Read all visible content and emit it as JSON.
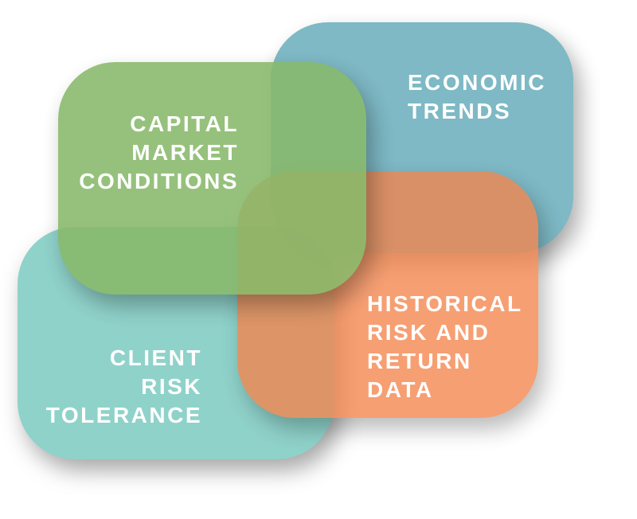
{
  "boxes": {
    "client_risk_tolerance": {
      "label": "CLIENT\nRISK\nTOLERANCE",
      "color": "#8fd2ca"
    },
    "economic_trends": {
      "label": "ECONOMIC\nTRENDS",
      "color": "#7ab7c4"
    },
    "historical_risk_return": {
      "label": "HISTORICAL\nRISK AND\nRETURN\nDATA",
      "color": "#f4854c"
    },
    "capital_market_conditions": {
      "label": "CAPITAL\nMARKET\nCONDITIONS",
      "color": "#88b96a"
    }
  }
}
